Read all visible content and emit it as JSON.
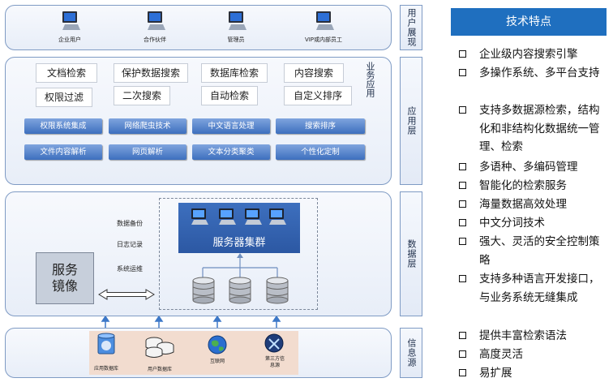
{
  "layers": {
    "user": "用户展现",
    "application": "应用层",
    "data": "数据层",
    "source": "信息源"
  },
  "users": [
    "企业用户",
    "合作伙伴",
    "管理员",
    "VIP或内部员工"
  ],
  "app": {
    "side_label": "业务应用",
    "boxes_row1": [
      "文档检索",
      "保护数据搜索",
      "数据库检索",
      "内容搜索"
    ],
    "boxes_row2": [
      "权限过滤",
      "二次搜索",
      "自动检索",
      "自定义排序"
    ],
    "buttons_row1": [
      "权限系统集成",
      "网络爬虫技术",
      "中文语言处理",
      "搜索排序"
    ],
    "buttons_row2": [
      "文件内容解析",
      "网页解析",
      "文本分类聚类",
      "个性化定制"
    ]
  },
  "data_layer": {
    "mirror": "服务镜像",
    "ops": [
      "数据备份",
      "日志记录",
      "系统运维"
    ],
    "cluster": "服务器集群"
  },
  "sources": [
    "应用数据库",
    "用户数据库",
    "互联网",
    "第三方信息源"
  ],
  "features": {
    "title": "技术特点",
    "items": [
      "企业级内容搜索引擎",
      "多操作系统、多平台支持",
      "支持多数据源检索，结构化和非结构化数据统一管理、检索",
      "多语种、多编码管理",
      "智能化的检索服务",
      "海量数据高效处理",
      "中文分词技术",
      "强大、灵活的安全控制策略",
      "支持多种语言开发接口，与业务系统无缝集成",
      "提供丰富检索语法",
      "高度灵活",
      "易扩展"
    ]
  },
  "colors": {
    "accent": "#1f6fbf",
    "button": "#4f7fcb",
    "panel_border": "#7f9bc4"
  }
}
